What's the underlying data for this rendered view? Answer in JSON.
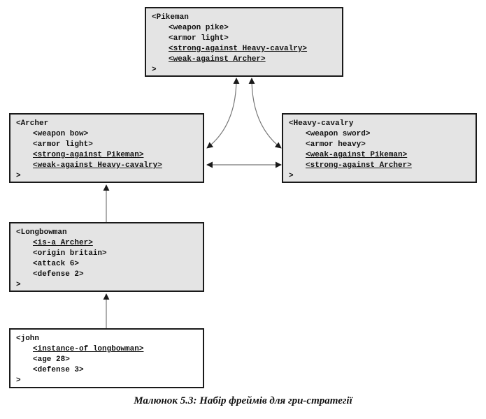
{
  "frames": {
    "pikeman": {
      "name": "<Pikeman",
      "slots": [
        "<weapon pike>",
        "<armor light>"
      ],
      "links": [
        "<strong-against Heavy-cavalry>",
        "<weak-against Archer>"
      ],
      "close": ">"
    },
    "archer": {
      "name": "<Archer",
      "slots": [
        "<weapon bow>",
        "<armor light>"
      ],
      "links": [
        "<strong-against Pikeman>",
        "<weak-against Heavy-cavalry>"
      ],
      "close": ">"
    },
    "heavy_cavalry": {
      "name": "<Heavy-cavalry",
      "slots": [
        "<weapon sword>",
        "<armor heavy>"
      ],
      "links": [
        "<weak-against Pikeman>",
        "<strong-against Archer>"
      ],
      "close": ">"
    },
    "longbowman": {
      "name": "<Longbowman",
      "links": [
        "<is-a Archer>"
      ],
      "slots": [
        "<origin britain>",
        "<attack 6>",
        "<defense 2>"
      ],
      "close": ">"
    },
    "john": {
      "name": "<john",
      "links": [
        "<instance-of longbowman>"
      ],
      "slots": [
        "<age 28>",
        "<defense 3>"
      ],
      "close": ">"
    }
  },
  "caption": "Малюнок 5.3:  Набір фреймів для гри-стратегії",
  "colors": {
    "frame_fill": "#e4e4e4",
    "instance_fill": "#ffffff",
    "border": "#1a1a1a",
    "connector": "#777777"
  }
}
